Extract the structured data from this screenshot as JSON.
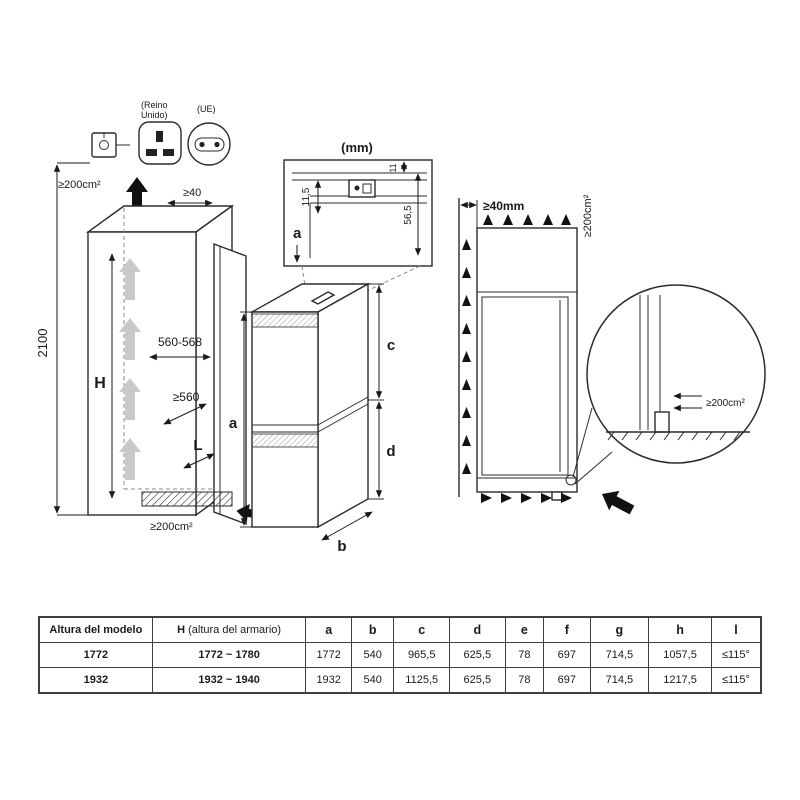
{
  "plugs": {
    "uk_label_line1": "(Reino",
    "uk_label_line2": "Unido)",
    "eu_label": "(UE)"
  },
  "cabinet": {
    "vent_top": "≥200cm²",
    "gap_top": "≥40",
    "total_height": "2100",
    "niche_width": "560-568",
    "height_label": "H",
    "depth": "≥560",
    "l_label": "L",
    "vent_bottom": "≥200cm²"
  },
  "detail": {
    "title": "(mm)",
    "dim_top": "11",
    "dim_left": "11,5",
    "dim_right": "56,5",
    "a_label": "a"
  },
  "appliance": {
    "a_label": "a",
    "b_label": "b",
    "c_label": "c",
    "d_label": "d"
  },
  "front_view": {
    "gap": "≥40mm",
    "vent_side": "≥200cm²"
  },
  "detail_circle": {
    "vent": "≥200cm²"
  },
  "table": {
    "col_model": "Altura del modelo",
    "col_h_bold": "H",
    "col_h_rest": " (altura del armario)",
    "cols": [
      "a",
      "b",
      "c",
      "d",
      "e",
      "f",
      "g",
      "h",
      "l"
    ],
    "rows": [
      {
        "model": "1772",
        "h": "1772 ~ 1780",
        "values": [
          "1772",
          "540",
          "965,5",
          "625,5",
          "78",
          "697",
          "714,5",
          "1057,5",
          "≤115°"
        ]
      },
      {
        "model": "1932",
        "h": "1932 ~ 1940",
        "values": [
          "1932",
          "540",
          "1125,5",
          "625,5",
          "78",
          "697",
          "714,5",
          "1217,5",
          "≤115°"
        ]
      }
    ]
  }
}
